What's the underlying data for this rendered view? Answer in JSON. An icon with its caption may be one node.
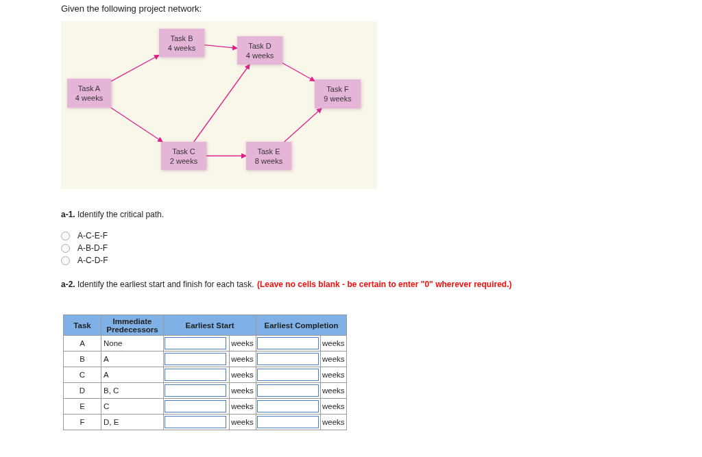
{
  "diagram": {
    "title": "Given the following project network:",
    "nodes": [
      {
        "text": [
          "Task A",
          "4 weeks"
        ]
      },
      {
        "text": [
          "Task B",
          "4 weeks"
        ]
      },
      {
        "text": [
          "Task C",
          "2 weeks"
        ]
      },
      {
        "text": [
          "Task D",
          "4 weeks"
        ]
      },
      {
        "text": [
          "Task E",
          "8 weeks"
        ]
      },
      {
        "text": [
          "Task F",
          "9 weeks"
        ]
      }
    ],
    "edges": [
      {
        "from": 0,
        "to": 1,
        "arrow": "to"
      },
      {
        "from": 0,
        "to": 2,
        "arrow": "to"
      },
      {
        "from": 1,
        "to": 3,
        "arrow": "to"
      },
      {
        "from": 2,
        "to": 3,
        "arrow": "to"
      },
      {
        "from": 2,
        "to": 4,
        "arrow": "to"
      },
      {
        "from": 3,
        "to": 5,
        "arrow": "to"
      },
      {
        "from": 4,
        "to": 5,
        "arrow": "to"
      }
    ],
    "labels": [
      "**a-1.** Identify the critical path.",
      "A-C-E-F",
      "A-B-D-F",
      "A-C-D-F",
      "**a-2.** Identify the earliest start and finish for each task.",
      "(Leave no cells blank - be certain to enter \"0\" wherever required.)",
      "Task",
      "Immediate Predecessors",
      "Earliest Start",
      "Earliest Completion",
      "A",
      "None",
      "weeks",
      "weeks",
      "B",
      "A",
      "weeks",
      "weeks",
      "C",
      "A",
      "weeks",
      "weeks",
      "D",
      "B, C",
      "weeks",
      "weeks",
      "E",
      "C",
      "weeks",
      "weeks",
      "F",
      "D, E",
      "weeks",
      "weeks"
    ]
  }
}
